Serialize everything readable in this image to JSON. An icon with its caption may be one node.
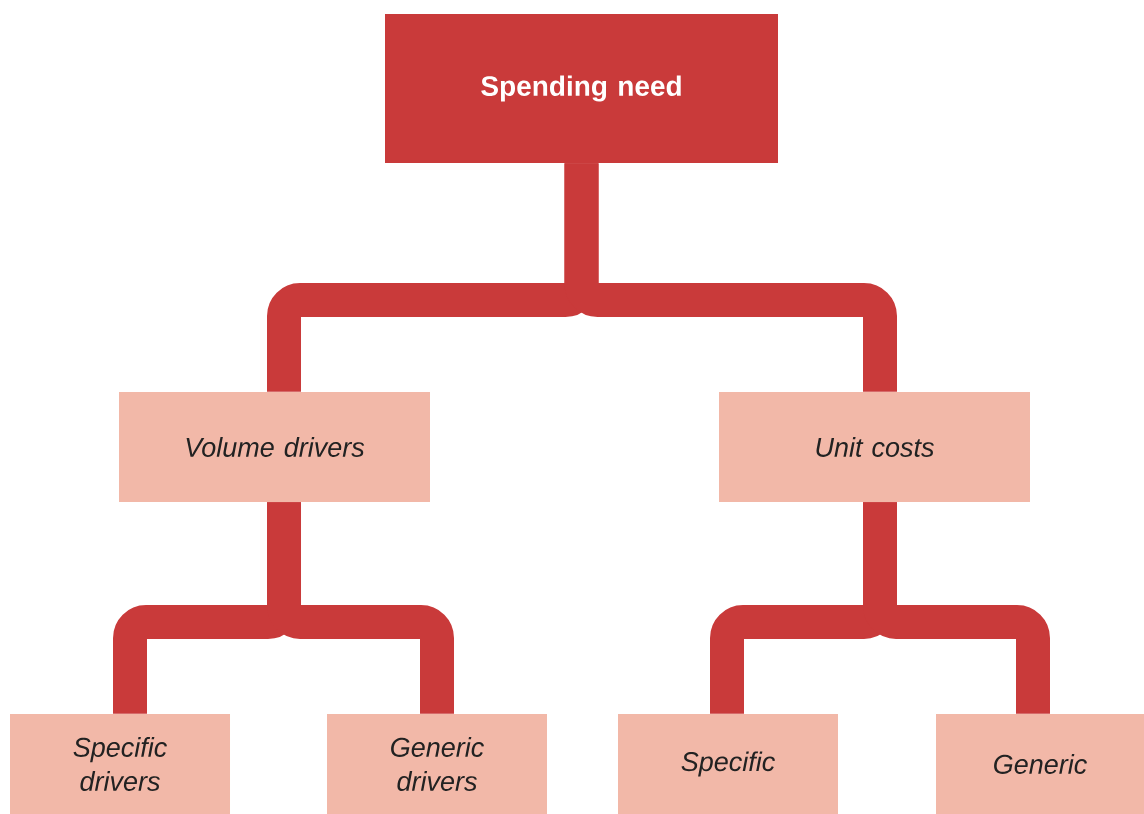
{
  "diagram": {
    "nodes": [
      {
        "text": [
          "Spending need"
        ]
      },
      {
        "text": [
          "Volume drivers"
        ]
      },
      {
        "text": [
          "Unit costs"
        ]
      },
      {
        "text": [
          "Specific drivers"
        ]
      },
      {
        "text": [
          "Generic drivers"
        ]
      },
      {
        "text": [
          "Specific"
        ]
      },
      {
        "text": [
          "Generic"
        ]
      }
    ],
    "edges": [
      {
        "from": 0,
        "to": 1,
        "arrow": "none"
      },
      {
        "from": 0,
        "to": 2,
        "arrow": "none"
      },
      {
        "from": 1,
        "to": 3,
        "arrow": "none"
      },
      {
        "from": 1,
        "to": 4,
        "arrow": "none"
      },
      {
        "from": 2,
        "to": 5,
        "arrow": "none"
      },
      {
        "from": 2,
        "to": 6,
        "arrow": "none"
      }
    ]
  }
}
